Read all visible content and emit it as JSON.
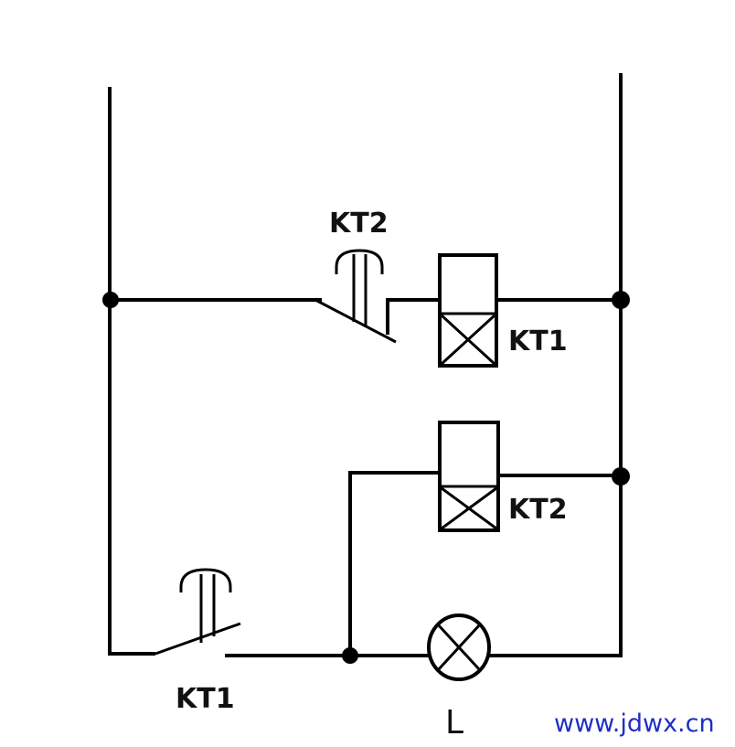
{
  "labels": {
    "kt2_contact": "KT2",
    "kt1_coil": "KT1",
    "kt2_coil": "KT2",
    "kt1_contact": "KT1",
    "lamp": "L"
  },
  "watermark": "www.jdwx.cn",
  "colors": {
    "line": "#000000",
    "watermark": "#1f2fc4"
  }
}
